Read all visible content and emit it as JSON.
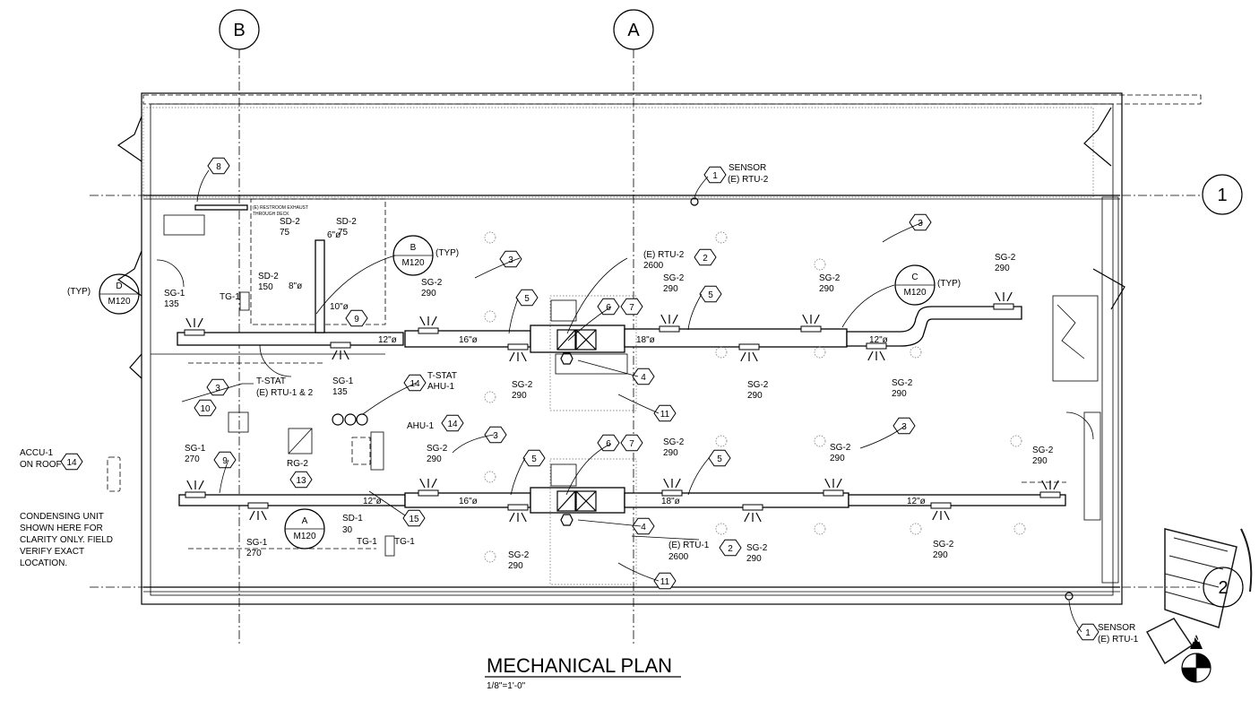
{
  "title": "MECHANICAL PLAN",
  "scale": "1/8\"=1'-0\"",
  "north": "N",
  "grid_bubbles": [
    "B",
    "A",
    "1",
    "2"
  ],
  "notes": {
    "condensing": [
      "CONDENSING UNIT",
      "SHOWN HERE FOR",
      "CLARITY ONLY.  FIELD",
      "VERIFY EXACT",
      "LOCATION."
    ],
    "accu": [
      "ACCU-1",
      "ON ROOF"
    ],
    "restroom_exhaust": [
      "(E) RESTROOM EXHAUST",
      "THROUGH DECK"
    ]
  },
  "text": {
    "sensor": "SENSOR",
    "rtu2_e": "(E) RTU-2",
    "rtu1_e": "(E) RTU-1",
    "rtu2_label": "(E) RTU-2",
    "rtu2_cfm": "2600",
    "rtu1_label": "(E) RTU-1",
    "rtu1_cfm": "2600",
    "tstat": "T-STAT",
    "tstat_rtu": "(E) RTU-1 & 2",
    "tstat_ahu": "AHU-1",
    "ahu": "AHU-1",
    "rg2": "RG-2",
    "typ": "(TYP)",
    "m120": "M120",
    "sd1": "SD-1",
    "sd1_v": "30",
    "sd2": "SD-2",
    "sd2_v": "75",
    "sd2_v2": "150",
    "tg1": "TG-1",
    "sg1": "SG-1",
    "sg2": "SG-2",
    "d6": "6\"ø",
    "d8": "8\"ø",
    "d10": "10\"ø",
    "d12": "12\"ø",
    "d16": "16\"ø",
    "d18": "18\"ø",
    "v135": "135",
    "v270": "270",
    "v290": "290",
    "detA": "A",
    "detB": "B",
    "detC": "C",
    "detD": "D"
  },
  "keynotes": [
    "1",
    "2",
    "3",
    "4",
    "5",
    "6",
    "7",
    "8",
    "9",
    "10",
    "11",
    "13",
    "14",
    "15"
  ]
}
